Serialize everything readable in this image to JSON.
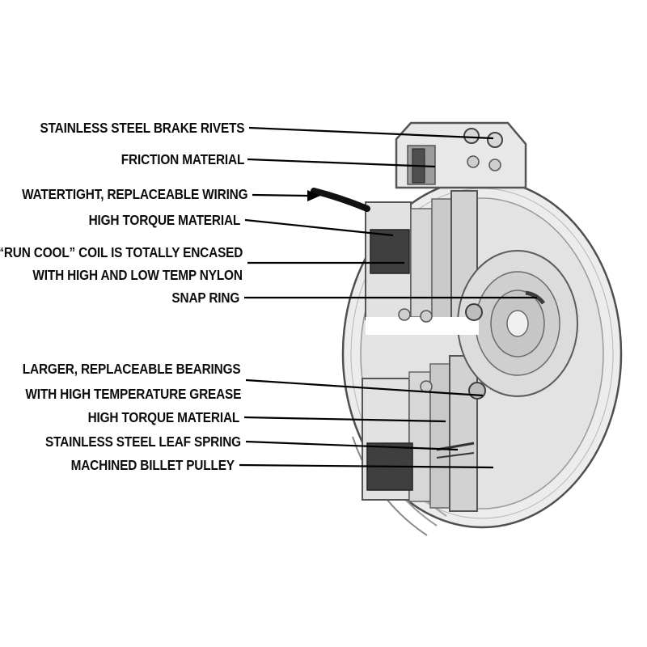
{
  "diagram": {
    "subject": "Electric PTO clutch cutaway",
    "palette": {
      "background": "#ffffff",
      "callout_line": "#000000",
      "label_ink": "#0d0d0d",
      "coil_dark": "#3f3f3f",
      "metal_light": "#ececec",
      "metal_mid": "#cfcfcf"
    }
  },
  "callouts": [
    {
      "id": "brake-rivets",
      "lines": [
        "STAINLESS STEEL BRAKE RIVETS"
      ]
    },
    {
      "id": "friction",
      "lines": [
        "FRICTION MATERIAL"
      ]
    },
    {
      "id": "wiring",
      "lines": [
        "WATERTIGHT, REPLACEABLE WIRING"
      ]
    },
    {
      "id": "torque-upper",
      "lines": [
        "HIGH TORQUE MATERIAL"
      ]
    },
    {
      "id": "coil",
      "lines": [
        "“RUN COOL” COIL IS TOTALLY ENCASED",
        "WITH HIGH AND LOW TEMP NYLON"
      ]
    },
    {
      "id": "snap-ring",
      "lines": [
        "SNAP RING"
      ]
    },
    {
      "id": "bearings",
      "lines": [
        "LARGER, REPLACEABLE BEARINGS",
        "WITH HIGH TEMPERATURE GREASE"
      ]
    },
    {
      "id": "torque-lower",
      "lines": [
        "HIGH TORQUE MATERIAL"
      ]
    },
    {
      "id": "leaf-spring",
      "lines": [
        "STAINLESS STEEL LEAF SPRING"
      ]
    },
    {
      "id": "billet-pulley",
      "lines": [
        "MACHINED BILLET PULLEY"
      ]
    }
  ]
}
